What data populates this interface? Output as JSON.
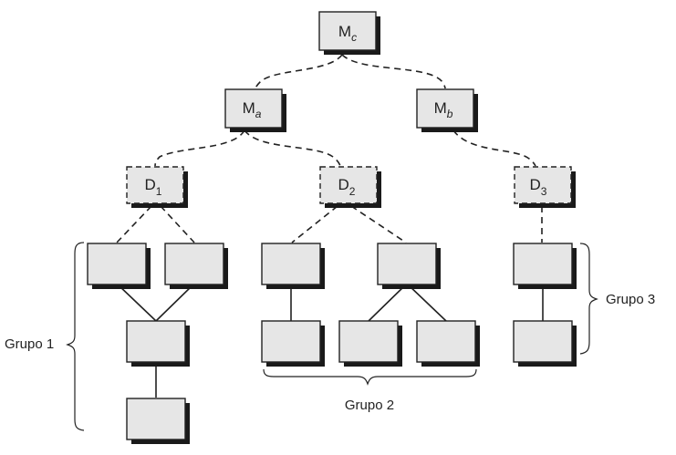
{
  "nodes": {
    "mc": {
      "main": "M",
      "sub": "c"
    },
    "ma": {
      "main": "M",
      "sub": "a"
    },
    "mb": {
      "main": "M",
      "sub": "b"
    },
    "d1": {
      "main": "D",
      "sub": "1"
    },
    "d2": {
      "main": "D",
      "sub": "2"
    },
    "d3": {
      "main": "D",
      "sub": "3"
    }
  },
  "groups": {
    "g1": "Grupo 1",
    "g2": "Grupo 2",
    "g3": "Grupo 3"
  },
  "colors": {
    "box_fill": "#e6e6e6",
    "box_stroke": "#222222",
    "shadow": "#1a1a1a",
    "line": "#222222"
  }
}
